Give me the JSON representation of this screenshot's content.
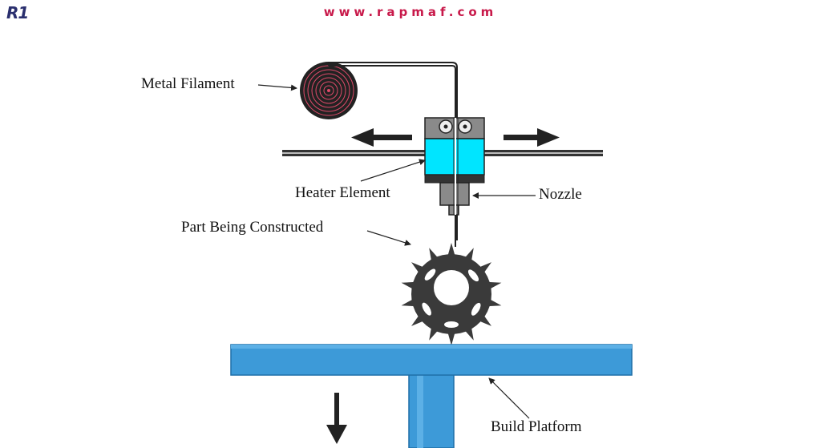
{
  "brand": {
    "logo_text": "R1",
    "site_url": "www.rapmaf.com",
    "colors": {
      "logo": "#2a2f6e",
      "site": "#c8194a"
    }
  },
  "labels": {
    "metal_filament": "Metal Filament",
    "heater_element": "Heater Element",
    "nozzle": "Nozzle",
    "part_being_constructed": "Part Being Constructed",
    "build_platform": "Build Platform"
  },
  "colors": {
    "heater": "#00e5ff",
    "platform": "#3d9ad8",
    "platform_dark": "#1f6fa8",
    "gear": "#3a3a3a",
    "head": "#808080",
    "rail": "#333333"
  },
  "icons": {
    "move_left": "arrow-left-icon",
    "move_right": "arrow-right-icon",
    "move_down": "arrow-down-icon"
  }
}
